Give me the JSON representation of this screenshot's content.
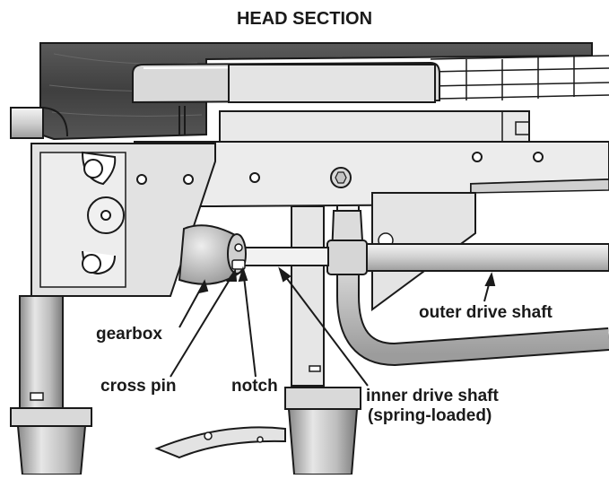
{
  "title": "HEAD SECTION",
  "callouts": {
    "gearbox": "gearbox",
    "cross_pin": "cross pin",
    "notch": "notch",
    "inner_drive_shaft": "inner drive shaft",
    "inner_drive_shaft_note": "(spring-loaded)",
    "outer_drive_shaft": "outer drive shaft"
  },
  "colors": {
    "outline": "#1a1a1a",
    "metal": "#d6d6d6",
    "metal_light": "#ebebeb",
    "wood_dark": "#4a4a4a",
    "shadow": "#9a9a9a"
  }
}
